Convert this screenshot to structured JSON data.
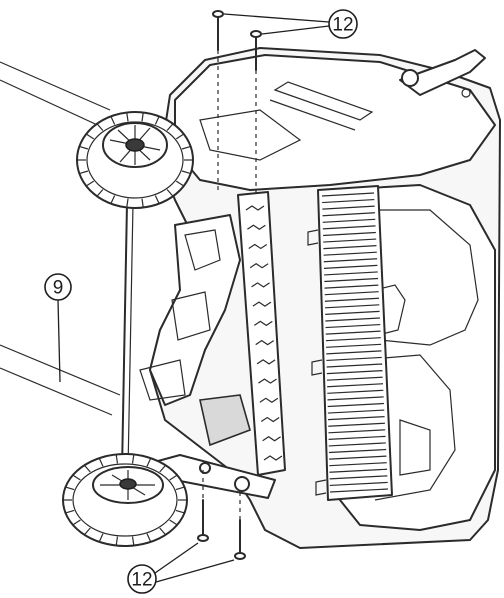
{
  "callouts": {
    "screws_top": "12",
    "axle": "9",
    "screws_bottom": "12"
  },
  "colors": {
    "line": "#2b2b2b",
    "background": "#ffffff"
  }
}
